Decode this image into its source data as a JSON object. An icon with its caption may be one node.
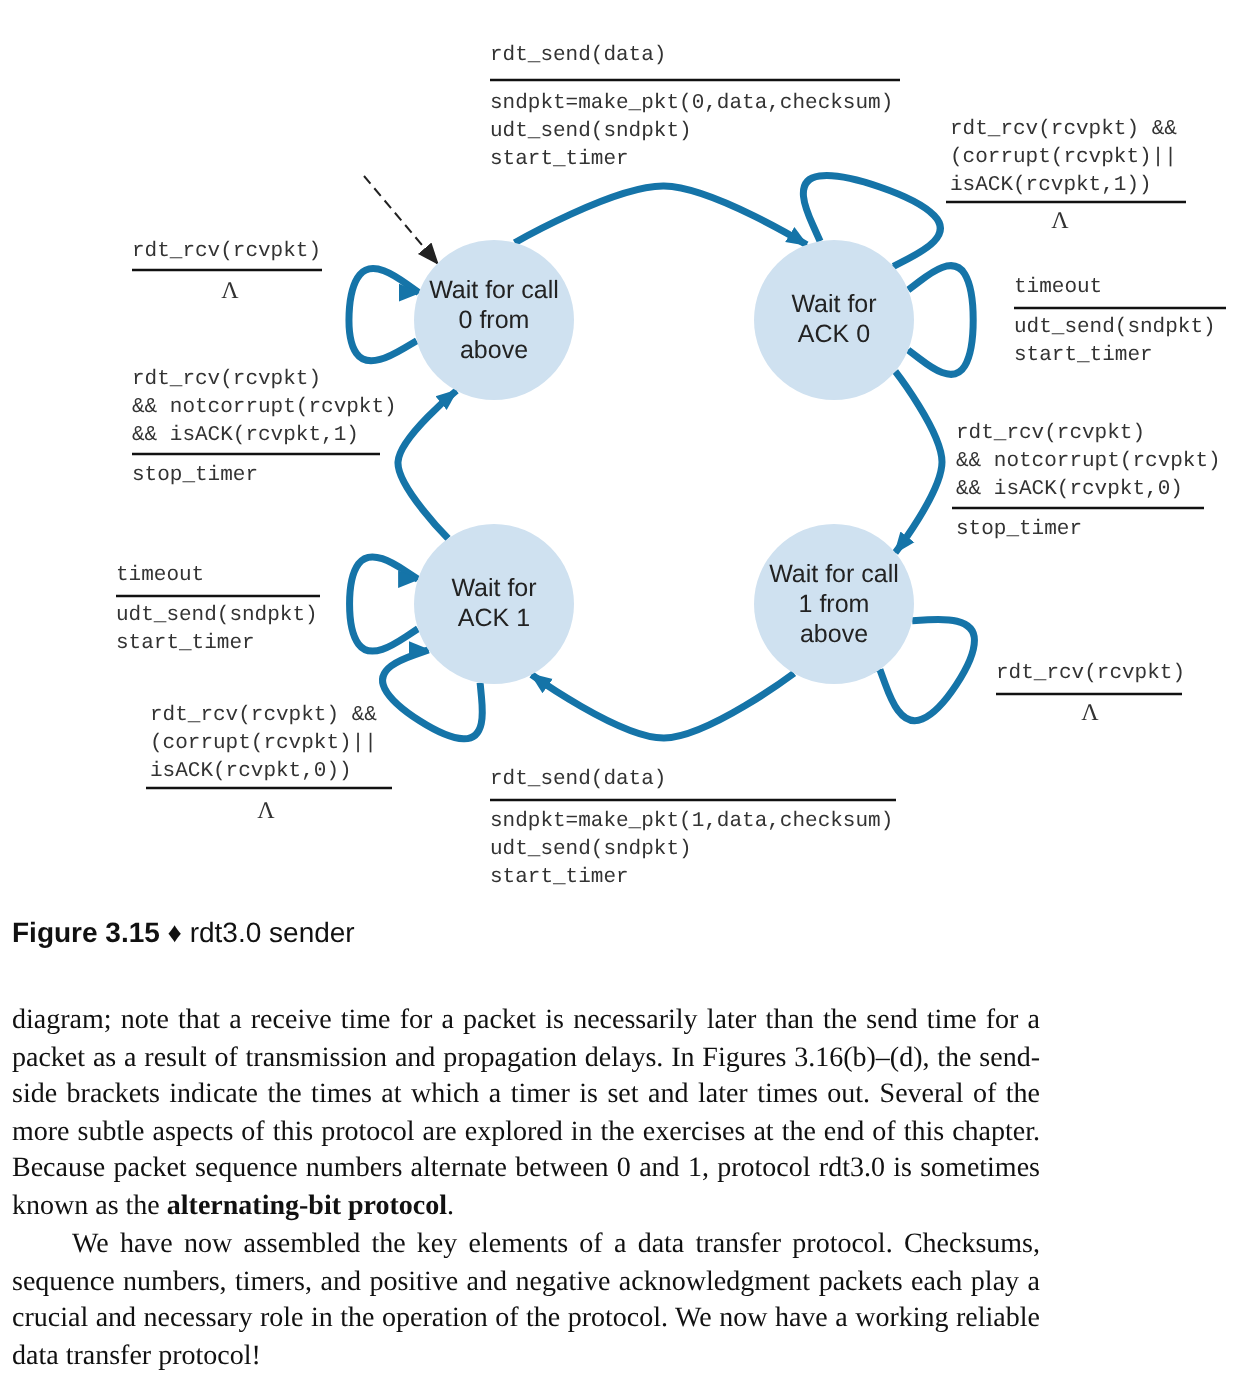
{
  "diagram": {
    "caption": "**Figure 3.15** ♦ rdt3.0 sender",
    "nodes": [
      {
        "text": [
          "Wait for call 0 from above"
        ]
      },
      {
        "text": [
          "Wait for ACK 0"
        ]
      },
      {
        "text": [
          "Wait for ACK 1"
        ]
      },
      {
        "text": [
          "Wait for call 1 from above"
        ]
      }
    ],
    "edges": [
      {
        "from": null,
        "to": 0,
        "arrow": "to",
        "style": "dashed",
        "color": "#222222"
      },
      {
        "from": 0,
        "to": 1,
        "arrow": "to"
      },
      {
        "from": 1,
        "to": 1,
        "arrow": "to"
      },
      {
        "from": 1,
        "to": 1,
        "arrow": "to"
      },
      {
        "from": 0,
        "to": 0,
        "arrow": "to"
      },
      {
        "from": 1,
        "to": 3,
        "arrow": "to"
      },
      {
        "from": 2,
        "to": 0,
        "arrow": "to"
      },
      {
        "from": 2,
        "to": 2,
        "arrow": "to"
      },
      {
        "from": 3,
        "to": 3,
        "arrow": "to"
      },
      {
        "from": 2,
        "to": 2,
        "arrow": "to"
      },
      {
        "from": 3,
        "to": 2,
        "arrow": "to"
      }
    ],
    "labels": [
      "rdt_send(data)",
      "sndpkt=make_pkt(0,data,checksum)",
      "udt_send(sndpkt)",
      "start_timer",
      "rdt_rcv(rcvpkt) &&",
      "(corrupt(rcvpkt)||",
      "isACK(rcvpkt,1))",
      "Λ",
      "rdt_rcv(rcvpkt)",
      "Λ",
      "timeout",
      "udt_send(sndpkt)",
      "start_timer",
      "rdt_rcv(rcvpkt)",
      "&& notcorrupt(rcvpkt)",
      "&& isACK(rcvpkt,1)",
      "stop_timer",
      "rdt_rcv(rcvpkt)",
      "&& notcorrupt(rcvpkt)",
      "&& isACK(rcvpkt,0)",
      "stop_timer",
      "timeout",
      "udt_send(sndpkt)",
      "start_timer",
      "rdt_rcv(rcvpkt)",
      "Λ",
      "rdt_rcv(rcvpkt) &&",
      "(corrupt(rcvpkt)||",
      "isACK(rcvpkt,0))",
      "Λ",
      "rdt_send(data)",
      "sndpkt=make_pkt(1,data,checksum)",
      "udt_send(sndpkt)",
      "start_timer",
      "diagram; note that a receive time for a packet is necessarily later than the send time for a packet as a result of transmission and propagation delays. In Figures 3.16(b)–(d), the send-side brackets indicate the times at which a timer is set and later times out. Several of the more subtle aspects of this protocol are explored in the exercises at the end of this chapter. Because packet sequence numbers alternate between 0 and 1, protocol rdt3.0 is sometimes known as the **alternating-bit protocol**.",
      "We have now assembled the key elements of a data transfer protocol. Checksums, sequence numbers, timers, and positive and negative acknowledgment packets each play a crucial and necessary role in the operation of the protocol. We now have a working reliable data transfer protocol!"
    ]
  }
}
